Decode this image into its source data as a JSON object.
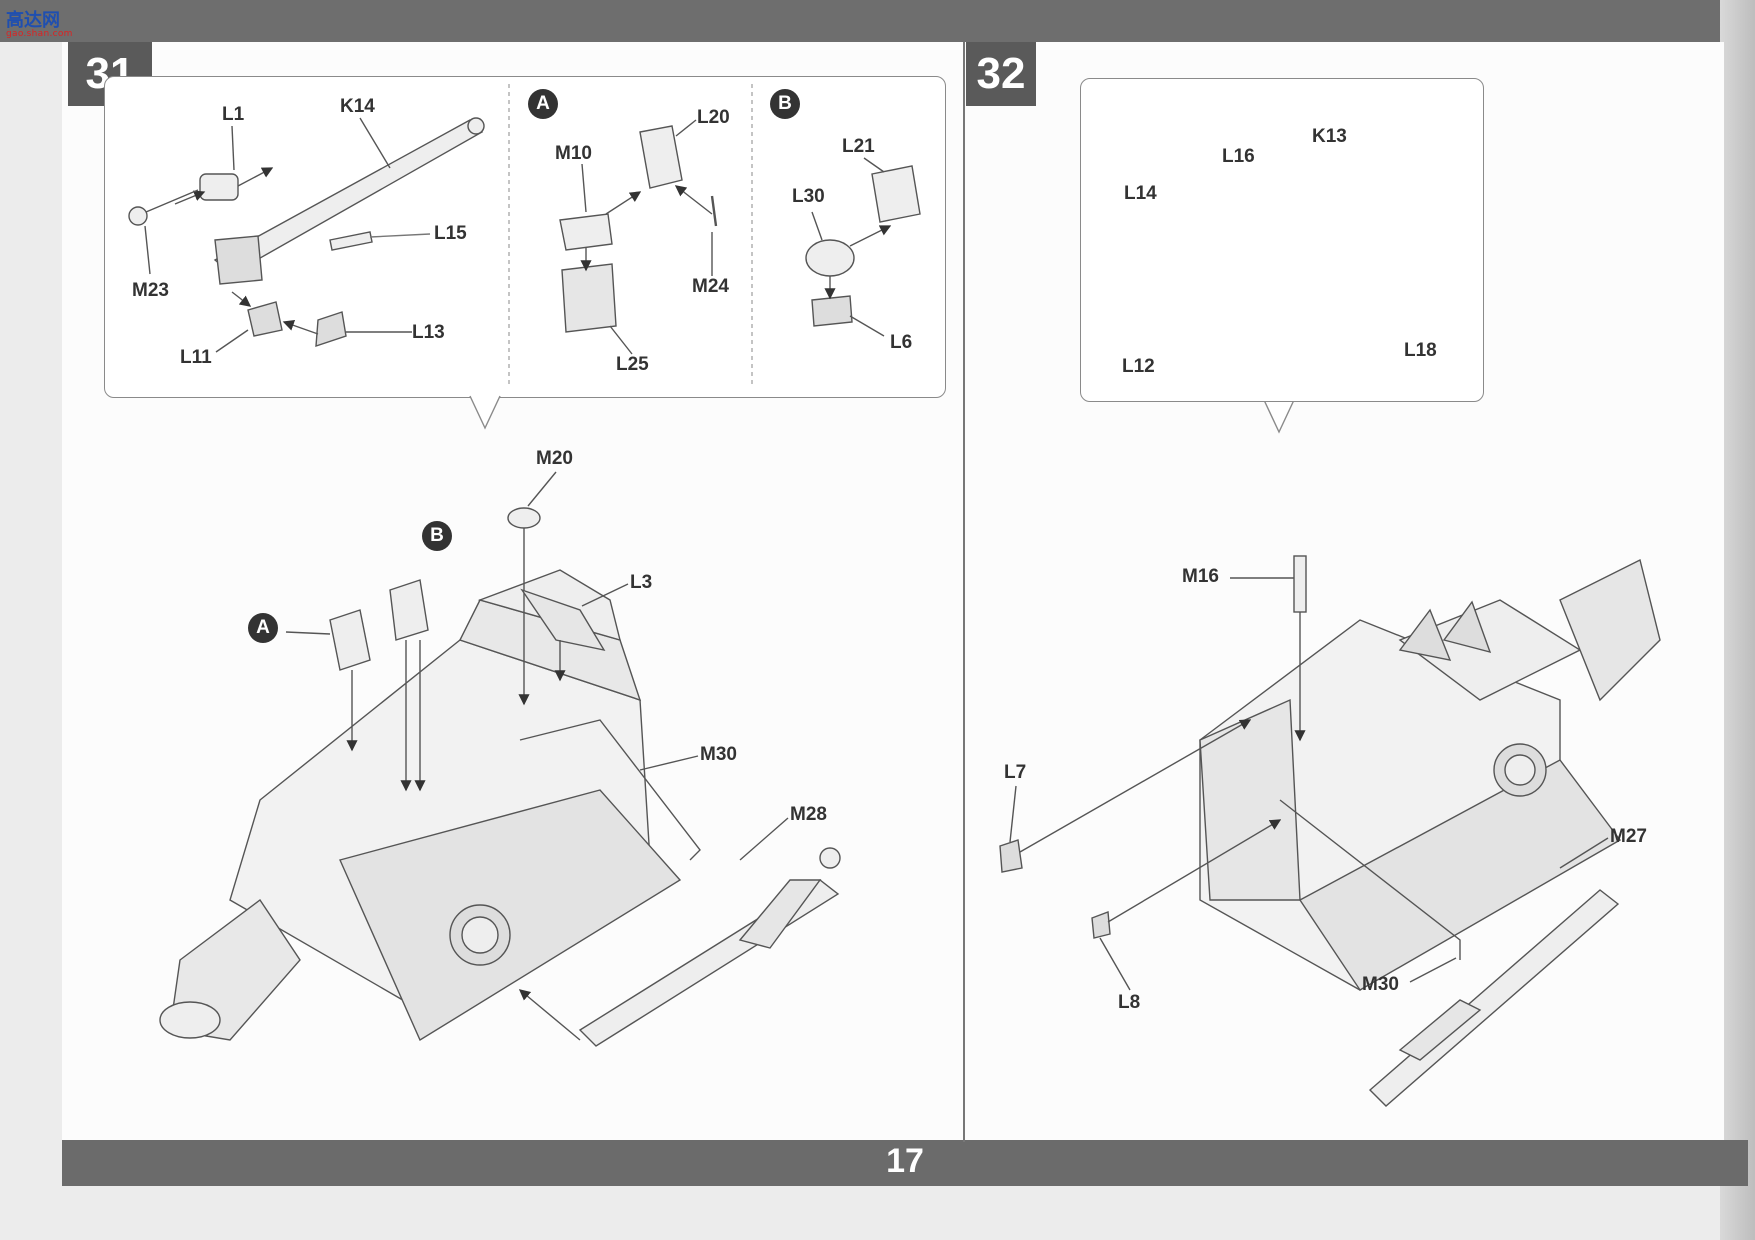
{
  "watermark": {
    "brand": "高达网",
    "url": "gao.shan.com"
  },
  "steps": [
    {
      "number": "31",
      "inset_labels": [
        "L1",
        "K14",
        "L15",
        "M23",
        "L11",
        "L13"
      ],
      "sub_a": {
        "badge": "A",
        "labels": [
          "L20",
          "M10",
          "M24",
          "L25"
        ]
      },
      "sub_b": {
        "badge": "B",
        "labels": [
          "L21",
          "L30",
          "L6"
        ]
      },
      "main_labels": [
        "M20",
        "L3",
        "M30",
        "M28"
      ],
      "main_badges": [
        "A",
        "B"
      ]
    },
    {
      "number": "32",
      "inset_labels": [
        "L16",
        "K13",
        "L14",
        "L12",
        "L18"
      ],
      "main_labels": [
        "M16",
        "L7",
        "M27",
        "M30",
        "L8"
      ]
    }
  ],
  "page_number": "17",
  "colors": {
    "band": "#6b6b6b",
    "step_box": "#5a5a5a",
    "line": "#555555",
    "badge": "#333333"
  }
}
